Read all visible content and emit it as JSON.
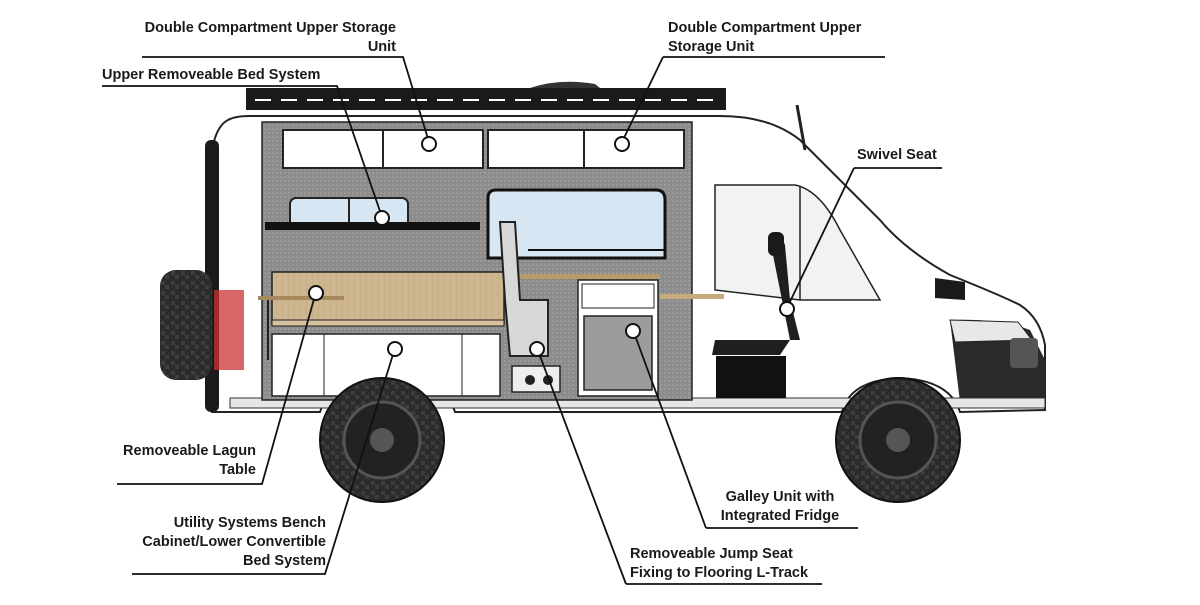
{
  "callouts": {
    "upper_storage_left": [
      "Double Compartment Upper Storage",
      "Unit"
    ],
    "upper_bed_system": [
      "Upper Removeable Bed System"
    ],
    "upper_storage_right": [
      "Double Compartment Upper",
      "Storage Unit"
    ],
    "swivel_seat": [
      "Swivel Seat"
    ],
    "lagun_table": [
      "Removeable Lagun",
      "Table"
    ],
    "bench_cabinet": [
      "Utility Systems Bench",
      "Cabinet/Lower Convertible",
      "Bed System"
    ],
    "galley_unit": [
      "Galley Unit with",
      "Integrated Fridge"
    ],
    "jump_seat": [
      "Removeable Jump Seat",
      "Fixing to Flooring L-Track"
    ]
  },
  "colors": {
    "line": "#111111",
    "wall_panel": "#8f8f8f",
    "wood": "#c9b48f",
    "window": "#d6e6f2",
    "dark": "#1c1c1c",
    "tire": "#2a2a2a"
  }
}
